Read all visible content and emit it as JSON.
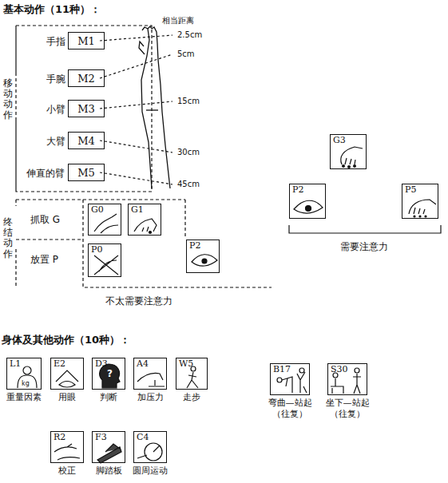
{
  "diagram": {
    "nodes": [
      {
        "text": [
          "M1"
        ]
      },
      {
        "text": [
          "M2"
        ]
      },
      {
        "text": [
          "M3"
        ]
      },
      {
        "text": [
          "M4"
        ]
      },
      {
        "text": [
          "M5"
        ]
      },
      {
        "text": [
          "G0"
        ]
      },
      {
        "text": [
          "G1"
        ]
      },
      {
        "text": [
          "P0"
        ]
      },
      {
        "text": [
          "P2"
        ]
      },
      {
        "text": [
          "G3"
        ]
      },
      {
        "text": [
          "P2"
        ]
      },
      {
        "text": [
          "P5"
        ]
      },
      {
        "text": [
          "L1",
          "重量因素"
        ]
      },
      {
        "text": [
          "E2",
          "用眼"
        ]
      },
      {
        "text": [
          "D3",
          "判断"
        ]
      },
      {
        "text": [
          "A4",
          "加压力"
        ]
      },
      {
        "text": [
          "W5",
          "走步"
        ]
      },
      {
        "text": [
          "B17",
          "弯曲—站起",
          "（往复）"
        ]
      },
      {
        "text": [
          "S30",
          "坐下—站起",
          "（往复）"
        ]
      },
      {
        "text": [
          "R2",
          "校正"
        ]
      },
      {
        "text": [
          "F3",
          "脚踏板"
        ]
      },
      {
        "text": [
          "C4",
          "圆周运动"
        ]
      }
    ],
    "labels": [
      "基本动作（11种）：",
      "相当距离",
      "2.5cm",
      "5cm",
      "15cm",
      "30cm",
      "45cm",
      "手指",
      "手腕",
      "小臂",
      "大臂",
      "伸直的臂",
      "移动动作",
      "终结动作",
      "抓取 G",
      "放置 P",
      "不太需要注意力",
      "需要注意力",
      "身体及其他动作（10种）：",
      "kg",
      "?"
    ]
  }
}
